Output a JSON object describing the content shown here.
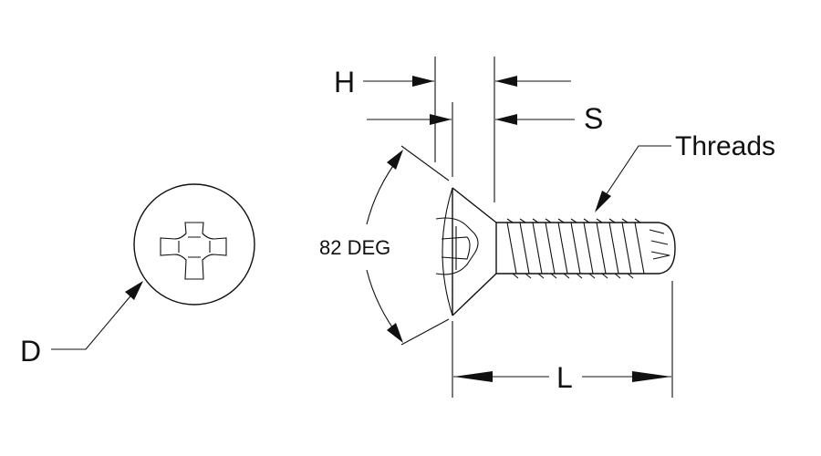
{
  "labels": {
    "h": "H",
    "s": "S",
    "threads": "Threads",
    "angle": "82 DEG",
    "d": "D",
    "l": "L"
  }
}
